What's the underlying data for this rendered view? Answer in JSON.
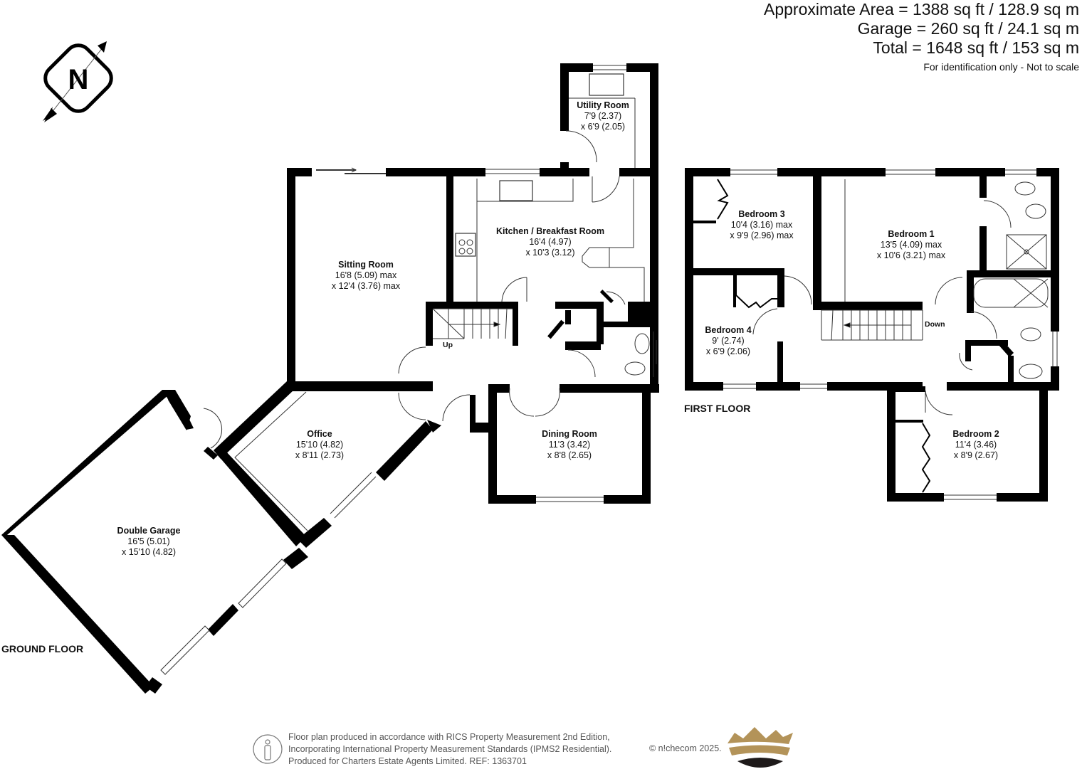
{
  "header": {
    "approximate_area": "Approximate Area = 1388 sq ft / 128.9 sq m",
    "garage_area": "Garage = 260 sq ft / 24.1 sq m",
    "total_area": "Total = 1648 sq ft / 153 sq m",
    "disclaimer": "For identification only - Not to scale"
  },
  "compass": {
    "letter": "N",
    "icon": "north-arrow-icon"
  },
  "ground_floor": {
    "label": "GROUND FLOOR",
    "stairs_label": "Up",
    "rooms": [
      {
        "name": "Utility Room",
        "dim1": "7'9 (2.37)",
        "dim2": "x 6'9 (2.05)"
      },
      {
        "name": "Kitchen / Breakfast Room",
        "dim1": "16'4 (4.97)",
        "dim2": "x 10'3 (3.12)"
      },
      {
        "name": "Sitting Room",
        "dim1": "16'8 (5.09) max",
        "dim2": "x 12'4 (3.76) max"
      },
      {
        "name": "Office",
        "dim1": "15'10 (4.82)",
        "dim2": "x 8'11 (2.73)"
      },
      {
        "name": "Dining Room",
        "dim1": "11'3 (3.42)",
        "dim2": "x 8'8 (2.65)"
      },
      {
        "name": "Double Garage",
        "dim1": "16'5 (5.01)",
        "dim2": "x 15'10 (4.82)"
      }
    ]
  },
  "first_floor": {
    "label": "FIRST FLOOR",
    "stairs_label": "Down",
    "rooms": [
      {
        "name": "Bedroom 3",
        "dim1": "10'4 (3.16) max",
        "dim2": "x 9'9 (2.96) max"
      },
      {
        "name": "Bedroom 1",
        "dim1": "13'5 (4.09) max",
        "dim2": "x 10'6 (3.21) max"
      },
      {
        "name": "Bedroom 4",
        "dim1": "9' (2.74)",
        "dim2": "x 6'9 (2.06)"
      },
      {
        "name": "Bedroom 2",
        "dim1": "11'4 (3.46)",
        "dim2": "x 8'9 (2.67)"
      }
    ]
  },
  "footer": {
    "line1": "Floor plan produced in accordance with RICS Property Measurement 2nd Edition,",
    "line2": "Incorporating International Property Measurement Standards (IPMS2 Residential).",
    "line3": "Produced for Charters Estate Agents Limited.    REF: 1363701",
    "copyright": "© n!checom 2025.",
    "logo_icon": "crown-logo-icon",
    "info_icon": "person-info-icon"
  },
  "colors": {
    "wall": "#000000",
    "fixture_line": "#333333",
    "text": "#111111",
    "footer_text": "#555555",
    "logo_gold": "#b39359",
    "logo_dark": "#1e1a1a"
  }
}
